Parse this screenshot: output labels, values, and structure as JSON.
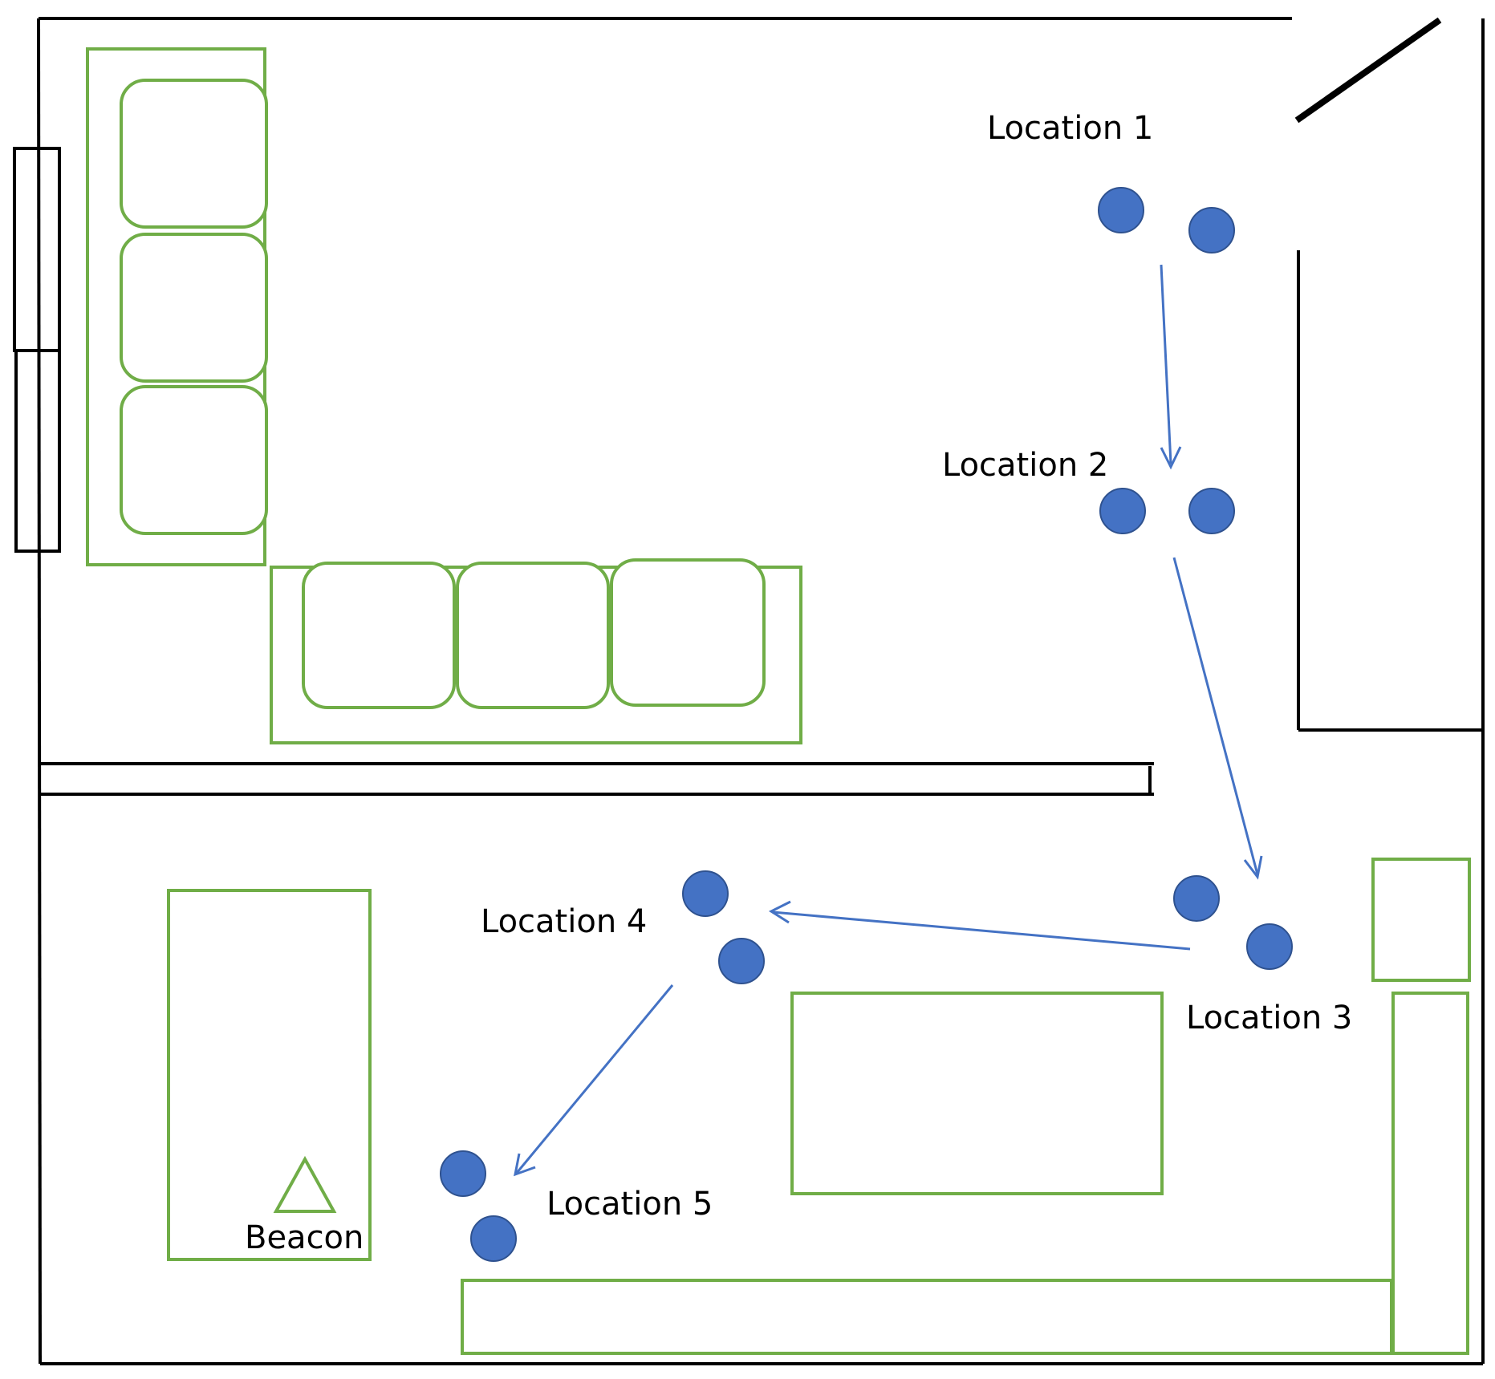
{
  "labels": {
    "location_1": "Location 1",
    "location_2": "Location 2",
    "location_3": "Location 3",
    "location_4": "Location 4",
    "location_5": "Location 5",
    "beacon": "Beacon"
  },
  "colors": {
    "walls": "#000000",
    "furniture": "#70AD47",
    "person_marker": "#4472C4",
    "path_arrow": "#4472C4"
  },
  "icons": {
    "person_marker": "filled-circle",
    "beacon_marker": "triangle-outline",
    "path_arrow": "arrow"
  }
}
